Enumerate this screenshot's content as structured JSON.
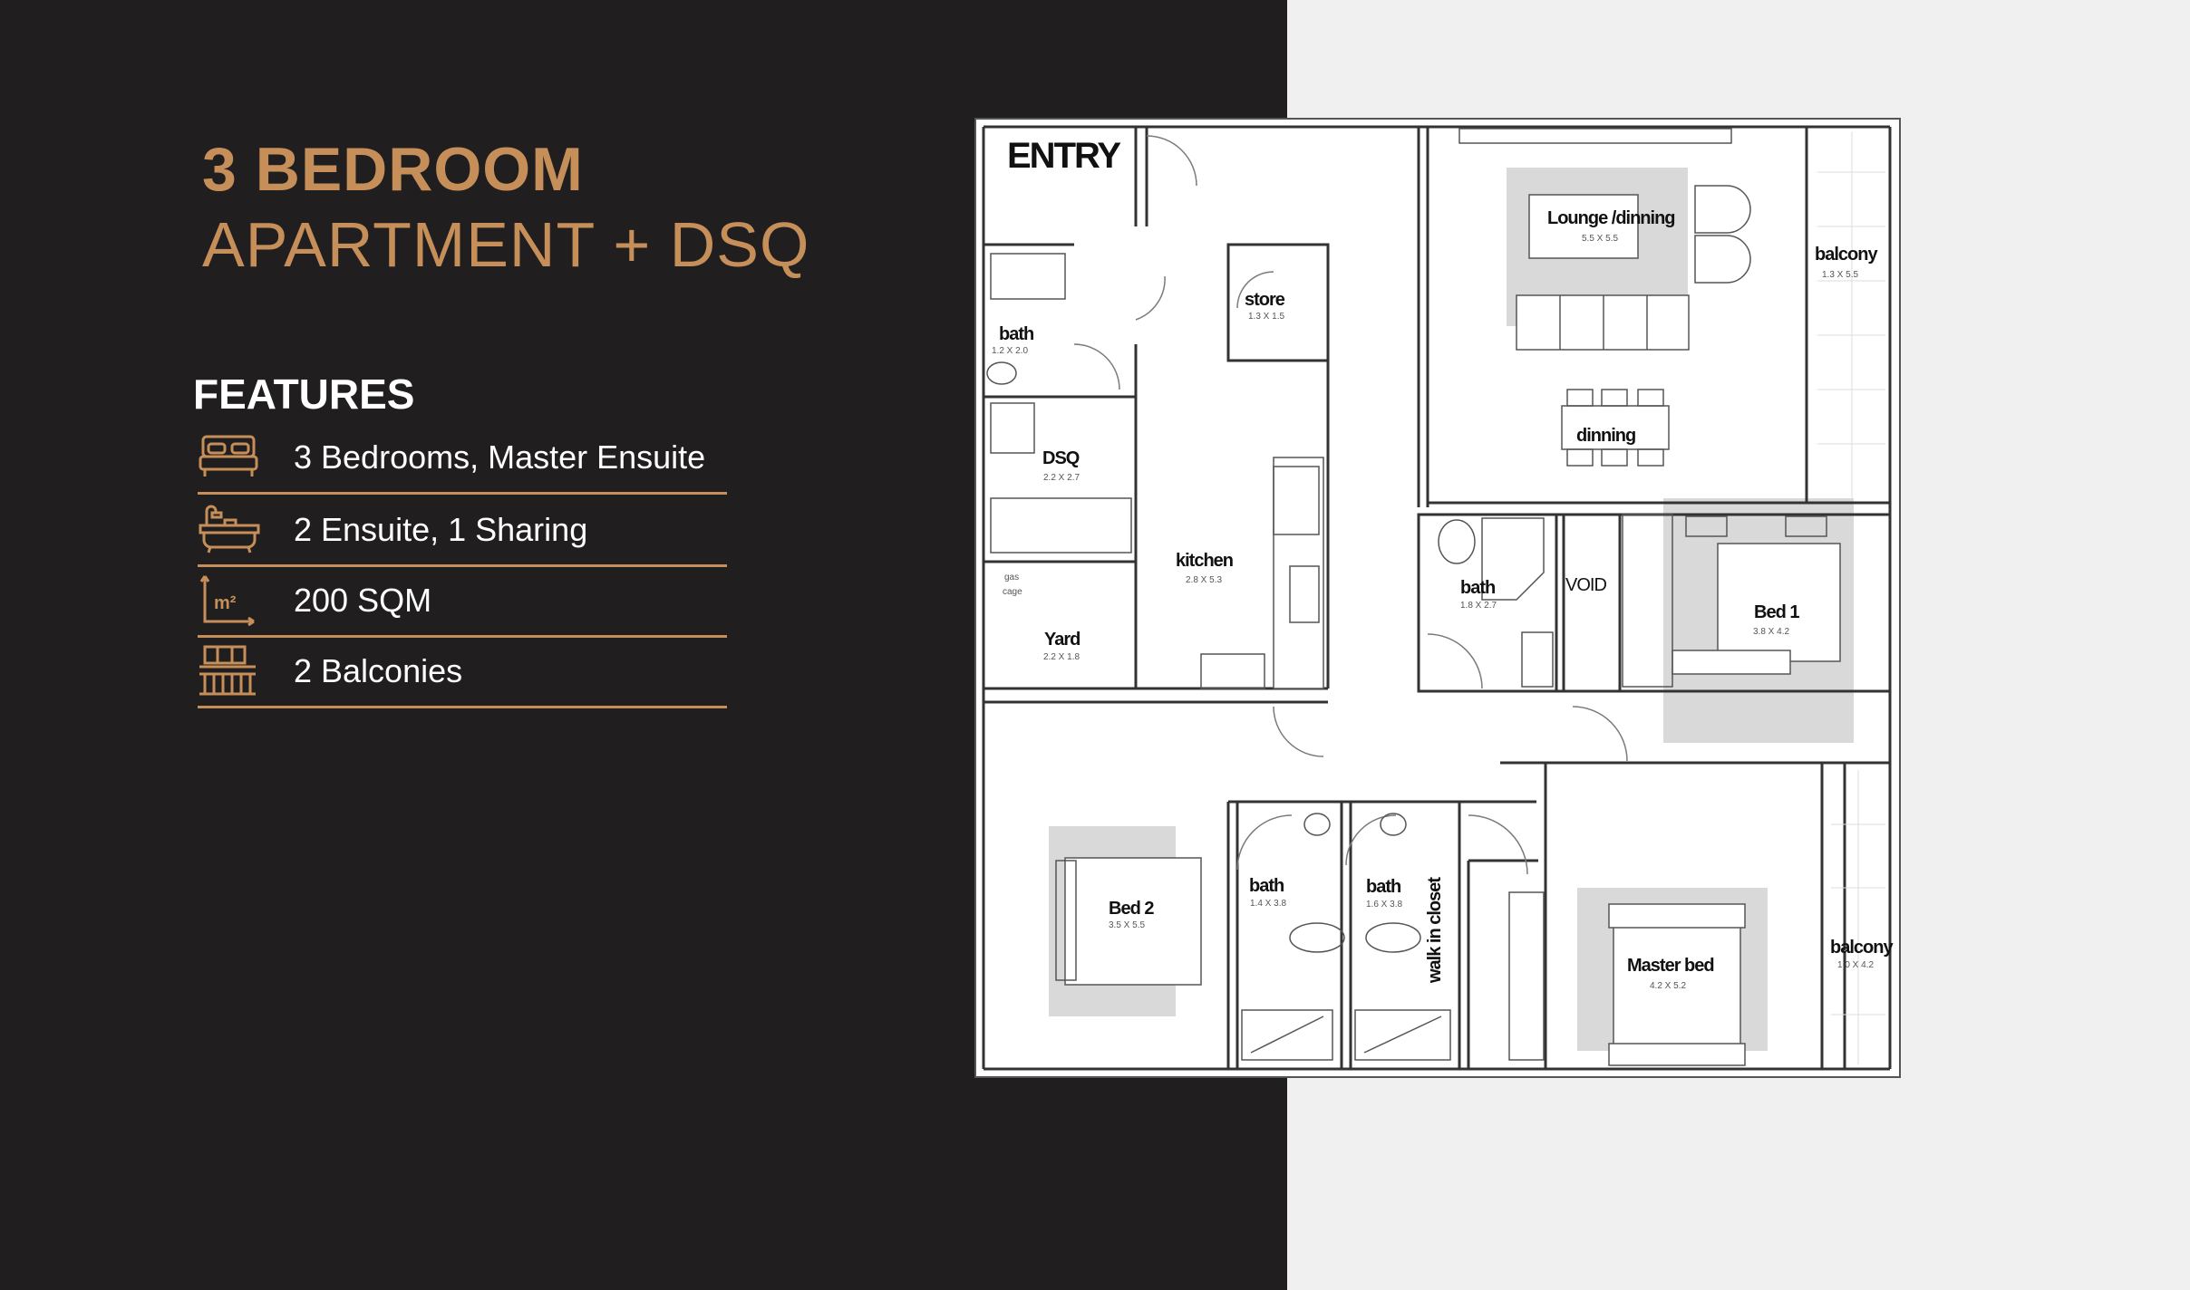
{
  "heading": {
    "line1": "3 BEDROOM",
    "line2": "APARTMENT + DSQ"
  },
  "features": {
    "title": "FEATURES",
    "items": [
      {
        "icon": "bed-icon",
        "label": "3 Bedrooms, Master Ensuite"
      },
      {
        "icon": "bathtub-icon",
        "label": "2 Ensuite, 1 Sharing"
      },
      {
        "icon": "area-sqm-icon",
        "label": "200 SQM"
      },
      {
        "icon": "balcony-icon",
        "label": "2 Balconies"
      }
    ]
  },
  "floorplan": {
    "entry": "ENTRY",
    "rooms": {
      "lounge": {
        "name": "Lounge /dinning",
        "dim": "5.5 X 5.5"
      },
      "balcony_top": {
        "name": "balcony",
        "dim": "1.3 X 5.5"
      },
      "store": {
        "name": "store",
        "dim": "1.3 X 1.5"
      },
      "dsq_bath": {
        "name": "bath",
        "dim": "1.2 X 2.0"
      },
      "dsq": {
        "name": "DSQ",
        "dim": "2.2 X 2.7"
      },
      "kitchen": {
        "name": "kitchen",
        "dim": "2.8 X 5.3"
      },
      "dinning": {
        "name": "dinning"
      },
      "gas_cage": {
        "name_line1": "gas",
        "name_line2": "cage"
      },
      "yard": {
        "name": "Yard",
        "dim": "2.2 X 1.8"
      },
      "bath_mid": {
        "name": "bath",
        "dim": "1.8 X 2.7"
      },
      "void": {
        "name": "VOID"
      },
      "bed1": {
        "name": "Bed 1",
        "dim": "3.8 X 4.2"
      },
      "bed2": {
        "name": "Bed 2",
        "dim": "3.5 X 5.5"
      },
      "bath_a": {
        "name": "bath",
        "dim": "1.4 X 3.8"
      },
      "bath_b": {
        "name": "bath",
        "dim": "1.6 X 3.8"
      },
      "walkin": {
        "name": "walk in closet"
      },
      "master": {
        "name": "Master bed",
        "dim": "4.2 X 5.2"
      },
      "balcony_bottom": {
        "name": "balcony",
        "dim": "1.0 X 4.2"
      }
    }
  },
  "colors": {
    "dark": "#201e1f",
    "accent": "#c68f5a",
    "light": "#f0f0f0"
  }
}
